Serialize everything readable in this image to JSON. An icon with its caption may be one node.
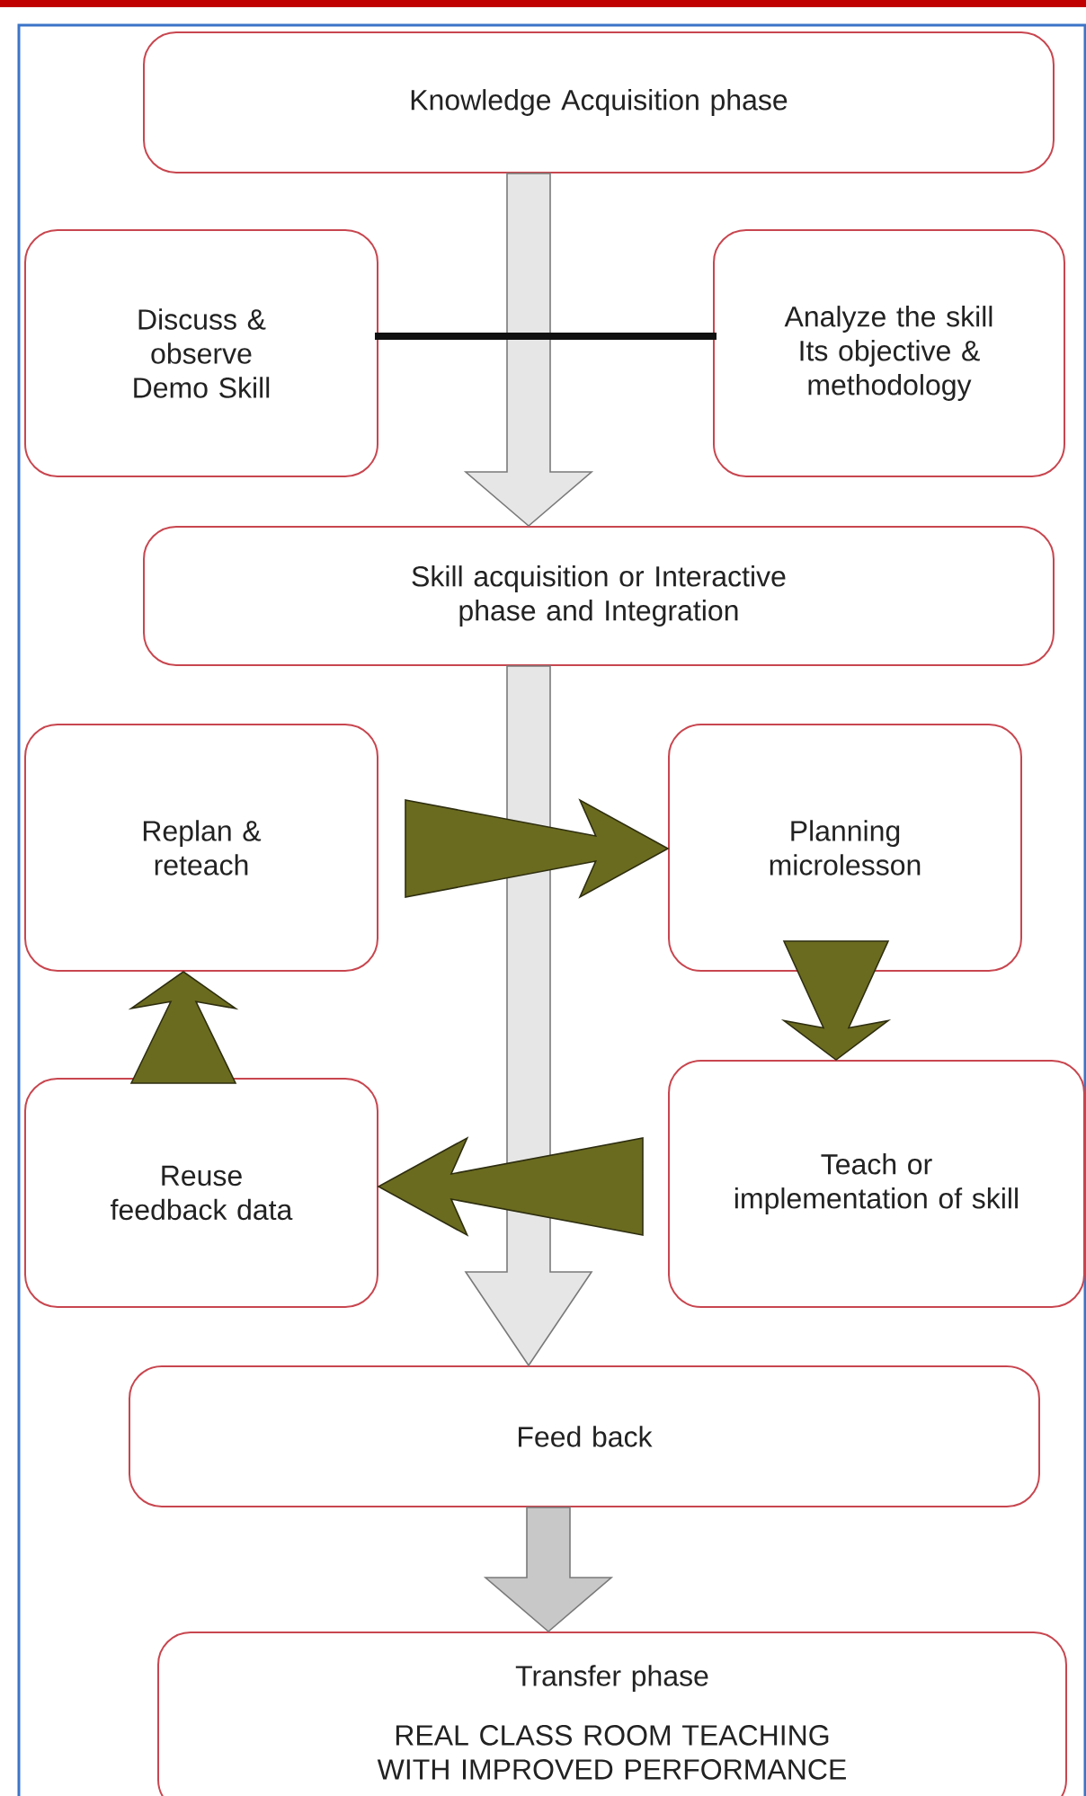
{
  "diagram": {
    "nodes": [
      {
        "text": [
          "Knowledge Acquisition phase"
        ]
      },
      {
        "text": [
          "Discuss & observe Demo Skill"
        ]
      },
      {
        "text": [
          "Analyze the skill",
          "Its objective & methodology"
        ]
      },
      {
        "text": [
          "Skill acquisition or Interactive phase and Integration"
        ]
      },
      {
        "text": [
          "Replan & reteach"
        ]
      },
      {
        "text": [
          "Planning microlesson"
        ]
      },
      {
        "text": [
          "Reuse feedback data"
        ]
      },
      {
        "text": [
          "Teach or implementation of skill"
        ]
      },
      {
        "text": [
          "Feed back"
        ]
      },
      {
        "text": [
          "Transfer phase",
          "REAL CLASS ROOM TEACHING WITH IMPROVED PERFORMANCE"
        ]
      }
    ],
    "edges": [
      {
        "from": 0,
        "to": 3,
        "arrow": "to",
        "color": "#e6e6e6"
      },
      {
        "from": 1,
        "to": 2,
        "arrow": "none",
        "color": "#111111"
      },
      {
        "from": 3,
        "to": 8,
        "arrow": "to",
        "color": "#e6e6e6"
      },
      {
        "from": 4,
        "to": 5,
        "arrow": "to"
      },
      {
        "from": 5,
        "to": 7,
        "arrow": "to"
      },
      {
        "from": 7,
        "to": 6,
        "arrow": "to"
      },
      {
        "from": 6,
        "to": 4,
        "arrow": "to"
      },
      {
        "from": 8,
        "to": 9,
        "arrow": "to",
        "color": "#c8c8c8"
      }
    ]
  }
}
